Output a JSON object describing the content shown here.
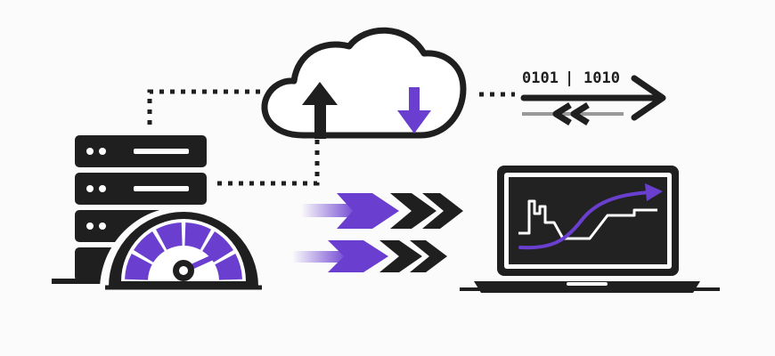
{
  "binary_stream": {
    "left_label": "0101",
    "separator": "|",
    "right_label": "1010"
  },
  "colors": {
    "ink": "#1f1f1f",
    "accent": "#6a3fd0",
    "accent_light": "#c9b8f2",
    "background": "#fbfbfb",
    "screen": "#222222",
    "white": "#ffffff"
  },
  "icons": {
    "server": "server-rack-icon",
    "gauge": "speedometer-icon",
    "cloud": "cloud-icon",
    "upload": "upload-arrow-icon",
    "download": "download-arrow-icon",
    "laptop": "laptop-icon",
    "chart": "performance-chart-icon",
    "speed_arrows": "fast-forward-chevrons-icon",
    "bidirectional": "bidirectional-arrow-icon"
  },
  "gauge": {
    "level": 0.78
  }
}
